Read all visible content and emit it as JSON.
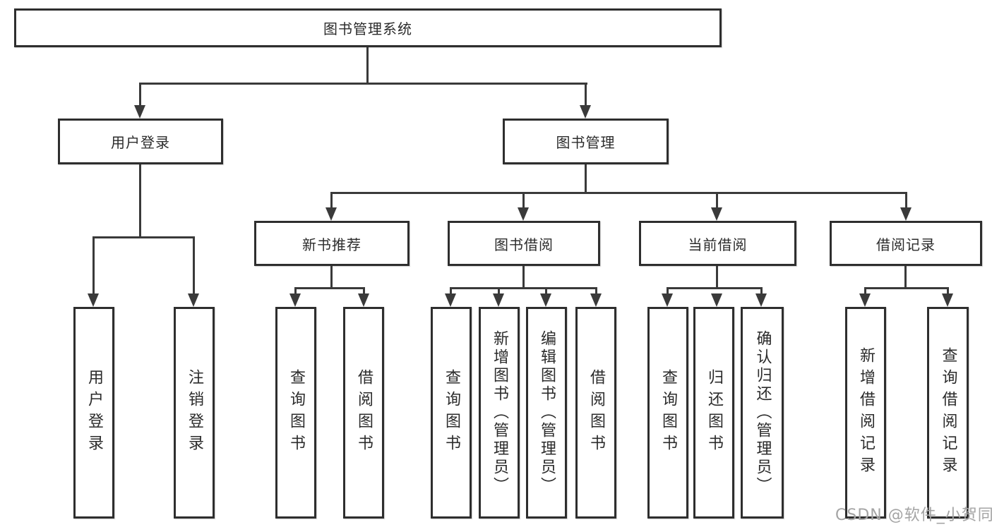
{
  "tree": {
    "root": {
      "label": "图书管理系统"
    },
    "branches": [
      {
        "label": "用户登录",
        "children": [
          {
            "label": "用户登录"
          },
          {
            "label": "注销登录"
          }
        ]
      },
      {
        "label": "图书管理",
        "children": [
          {
            "label": "新书推荐",
            "children": [
              {
                "label": "查询图书"
              },
              {
                "label": "借阅图书"
              }
            ]
          },
          {
            "label": "图书借阅",
            "children": [
              {
                "label": "查询图书"
              },
              {
                "label": "新增图书（管理员）"
              },
              {
                "label": "编辑图书（管理员）"
              },
              {
                "label": "借阅图书"
              }
            ]
          },
          {
            "label": "当前借阅",
            "children": [
              {
                "label": "查询图书"
              },
              {
                "label": "归还图书"
              },
              {
                "label": "确认归还（管理员）"
              }
            ]
          },
          {
            "label": "借阅记录",
            "children": [
              {
                "label": "新增借阅记录"
              },
              {
                "label": "查询借阅记录"
              }
            ]
          }
        ]
      }
    ]
  },
  "watermark": {
    "text": "CSDN @软件_小贺同学"
  },
  "colors": {
    "line": "#3a3a3a",
    "box_border": "#2e2e2e",
    "box_background": "#ffffff",
    "text": "#2b2b2b",
    "watermark_text": "#a4a4a4"
  }
}
